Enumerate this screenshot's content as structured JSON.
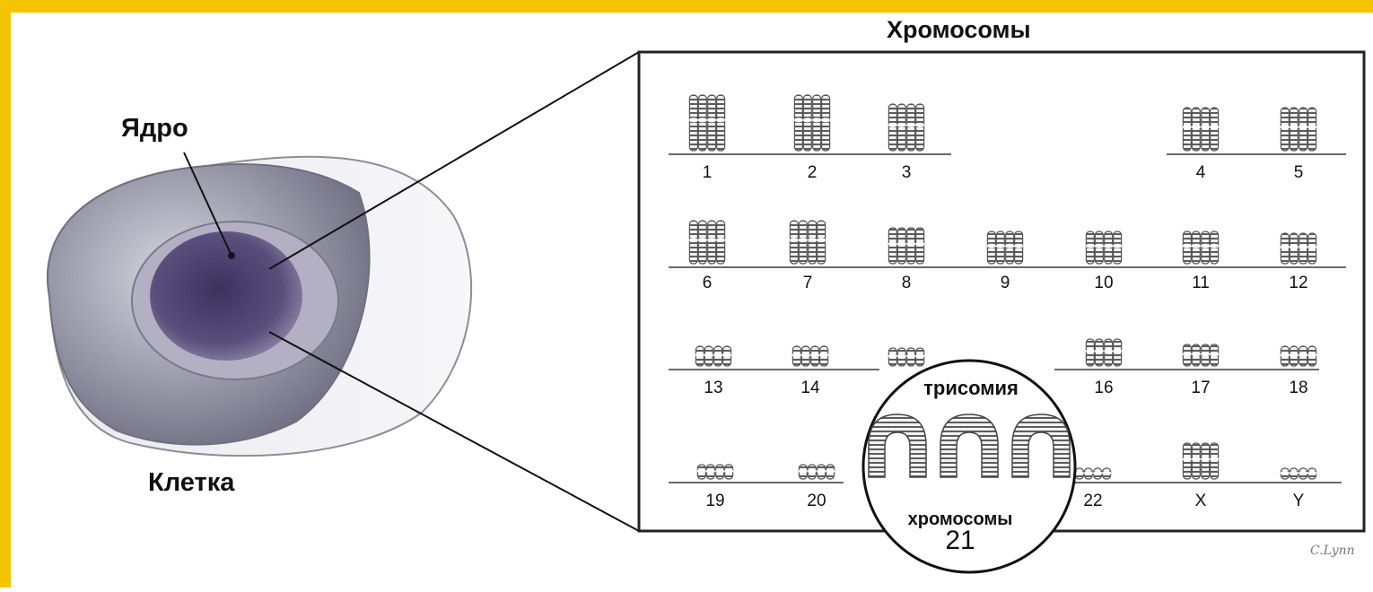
{
  "labels": {
    "chromosomes_title": "Хромосомы",
    "nucleus": "Ядро",
    "cell": "Клетка",
    "trisomy": "трисомия",
    "chromosomes_21_word": "хромосомы",
    "chromosomes_21_number": "21",
    "signature": "C.Lynn"
  },
  "karyotype": {
    "rows": [
      [
        "1",
        "2",
        "3",
        "4",
        "5"
      ],
      [
        "6",
        "7",
        "8",
        "9",
        "10",
        "11",
        "12"
      ],
      [
        "13",
        "14",
        "16",
        "17",
        "18"
      ],
      [
        "19",
        "20",
        "22",
        "X",
        "Y"
      ]
    ]
  },
  "colors": {
    "background": "#ffffff",
    "border_yellow": "#f5c400",
    "cell_gray": "#8a8a9c",
    "nucleus_purple": "#4a3f6e",
    "chromosome_gray": "#6e6e6e",
    "box_border": "#222222"
  }
}
